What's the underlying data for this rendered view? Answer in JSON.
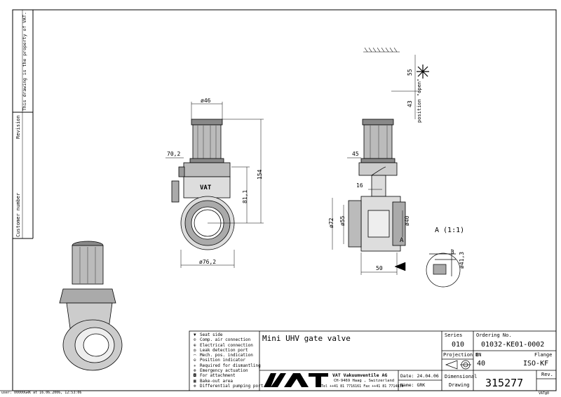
{
  "side_strip": {
    "property_note": "This drawing is the property of VAT.",
    "revision_label": "Revision",
    "customer_number_label": "Customer number"
  },
  "dimensions": {
    "d46": "ø46",
    "d70_2": "70,2",
    "d154": "154",
    "d81_1": "81,1",
    "d76_2": "ø76,2",
    "d45": "45",
    "d16": "16",
    "d72": "ø72",
    "d55": "ø55",
    "d40": "ø40",
    "d50": "50",
    "d55v": "55",
    "d43v": "43",
    "position_open": "position \"open\"",
    "detail_a_letter": "A",
    "detail_a_title": "A (1:1)",
    "d3": "3",
    "d41_3": "ø41,3"
  },
  "legend": [
    {
      "symbol": "▼",
      "text": "Seat side"
    },
    {
      "symbol": "⊙",
      "text": "Comp. air connection"
    },
    {
      "symbol": "⊕",
      "text": "Electrical connection"
    },
    {
      "symbol": "◎",
      "text": "Leak detection port"
    },
    {
      "symbol": "⌒",
      "text": "Mech. pos. indication"
    },
    {
      "symbol": "⊖",
      "text": "Position indicator"
    },
    {
      "symbol": "✳",
      "text": "Required for dismantling"
    },
    {
      "symbol": "⊗",
      "text": "Emergency actuation"
    },
    {
      "symbol": "◘",
      "text": "For attachment"
    },
    {
      "symbol": "▦",
      "text": "Bake-out area"
    },
    {
      "symbol": "⊚",
      "text": "Differential pumping port"
    }
  ],
  "title_block": {
    "title": "Mini UHV gate valve",
    "series_label": "Series",
    "series_value": "010",
    "ordering_label": "Ordering No.",
    "ordering_value": "01032-KE01-0002",
    "projection_label": "Projection E",
    "dn_label": "DN",
    "flange_label": "Flange",
    "dn_value": "40",
    "flange_value": "ISO-KF",
    "company": "VAT Vakuumventile AG",
    "address": "CH-9469 Haag , Switzerland",
    "contact": "Tel ++41 81 7716161 Fax ++41 81 7714830",
    "date": "Date: 24.04.06",
    "name": "Name: GRK",
    "dim_drawing_1": "Dimensional",
    "dim_drawing_2": "Drawing",
    "drawing_no": "315277",
    "rev_label": "Rev.",
    "logo_text": "VAT",
    "corner_code": "VAT@0"
  },
  "footer_user": "user: 00000GRK at 16.06.2006, 12:53:06"
}
